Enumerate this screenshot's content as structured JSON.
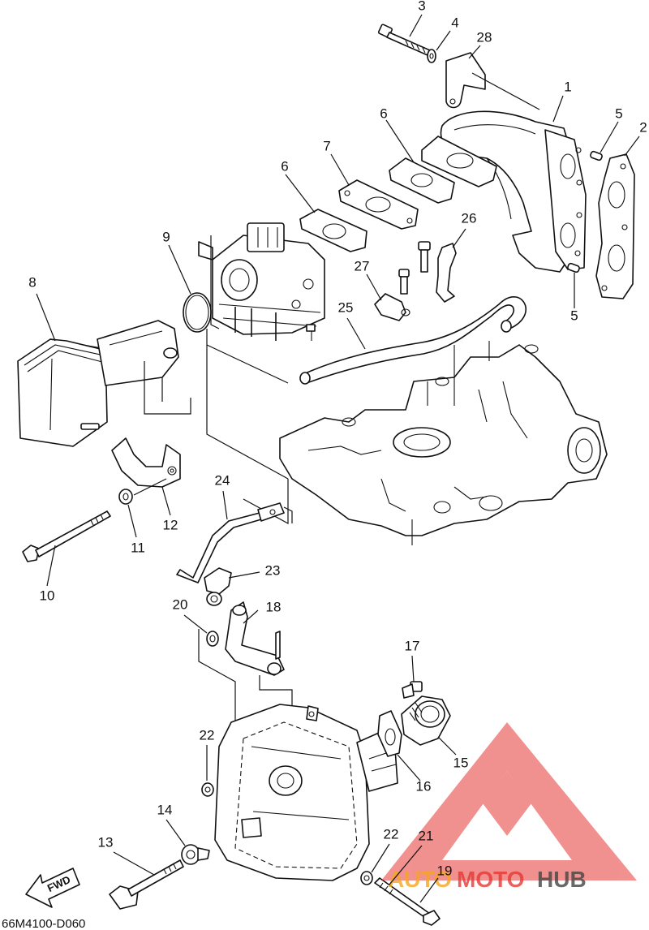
{
  "diagram_code": "66M4100-D060",
  "fwd_label": "FWD",
  "watermark": {
    "part1": "AUTO",
    "part2": "MOTO",
    "part3": "HUB",
    "color_primary": "#e53935",
    "color_secondary": "#f5a623",
    "color_dark": "#444444"
  },
  "callouts": [
    {
      "id": "c1",
      "num": "1"
    },
    {
      "id": "c2",
      "num": "2"
    },
    {
      "id": "c3",
      "num": "3"
    },
    {
      "id": "c4",
      "num": "4"
    },
    {
      "id": "c5a",
      "num": "5"
    },
    {
      "id": "c5b",
      "num": "5"
    },
    {
      "id": "c6a",
      "num": "6"
    },
    {
      "id": "c6b",
      "num": "6"
    },
    {
      "id": "c7",
      "num": "7"
    },
    {
      "id": "c8",
      "num": "8"
    },
    {
      "id": "c9",
      "num": "9"
    },
    {
      "id": "c10",
      "num": "10"
    },
    {
      "id": "c11",
      "num": "11"
    },
    {
      "id": "c12",
      "num": "12"
    },
    {
      "id": "c13",
      "num": "13"
    },
    {
      "id": "c14",
      "num": "14"
    },
    {
      "id": "c15",
      "num": "15"
    },
    {
      "id": "c16",
      "num": "16"
    },
    {
      "id": "c17",
      "num": "17"
    },
    {
      "id": "c18",
      "num": "18"
    },
    {
      "id": "c19",
      "num": "19"
    },
    {
      "id": "c20",
      "num": "20"
    },
    {
      "id": "c21",
      "num": "21"
    },
    {
      "id": "c22a",
      "num": "22"
    },
    {
      "id": "c22b",
      "num": "22"
    },
    {
      "id": "c23",
      "num": "23"
    },
    {
      "id": "c24",
      "num": "24"
    },
    {
      "id": "c25",
      "num": "25"
    },
    {
      "id": "c26",
      "num": "26"
    },
    {
      "id": "c27",
      "num": "27"
    },
    {
      "id": "c28",
      "num": "28"
    }
  ]
}
